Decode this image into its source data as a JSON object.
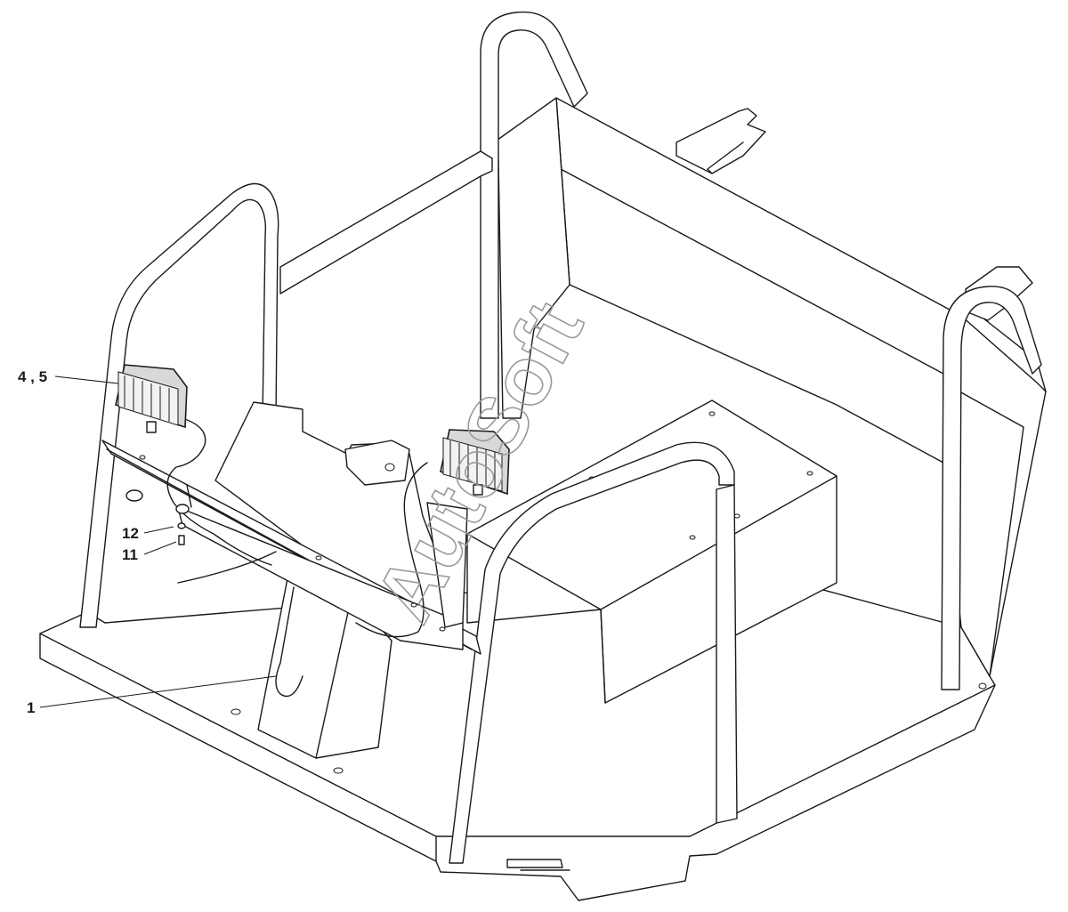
{
  "callouts": [
    {
      "id": "c45",
      "label": "4 , 5"
    },
    {
      "id": "c12",
      "label": "12"
    },
    {
      "id": "c11",
      "label": "11"
    },
    {
      "id": "c1",
      "label": "1"
    }
  ],
  "watermark": "AutoSoft",
  "colors": {
    "line": "#1a1a1a",
    "watermark": "#9a9a9a",
    "background": "#ffffff"
  }
}
